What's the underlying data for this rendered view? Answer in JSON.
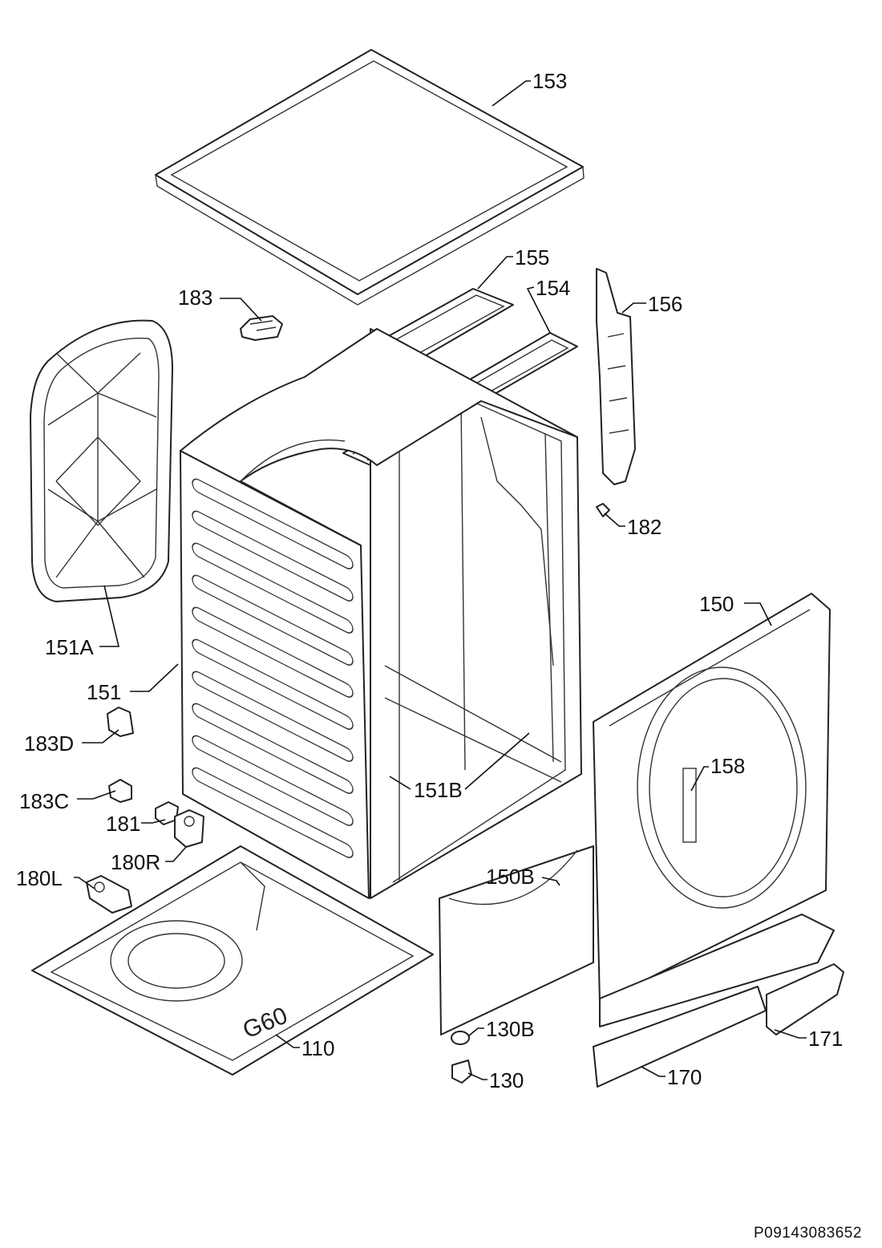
{
  "diagram": {
    "labels": {
      "p153": "153",
      "p155": "155",
      "p154": "154",
      "p156": "156",
      "p183": "183",
      "p182": "182",
      "p150": "150",
      "p151A": "151A",
      "p151": "151",
      "p183D": "183D",
      "p158": "158",
      "p151B": "151B",
      "p183C": "183C",
      "p181": "181",
      "p180R": "180R",
      "p150B": "150B",
      "p180L": "180L",
      "p130B": "130B",
      "p171": "171",
      "p110": "110",
      "p130": "130",
      "p170": "170"
    },
    "base_marking": "G60",
    "document_code": "P09143083652"
  }
}
